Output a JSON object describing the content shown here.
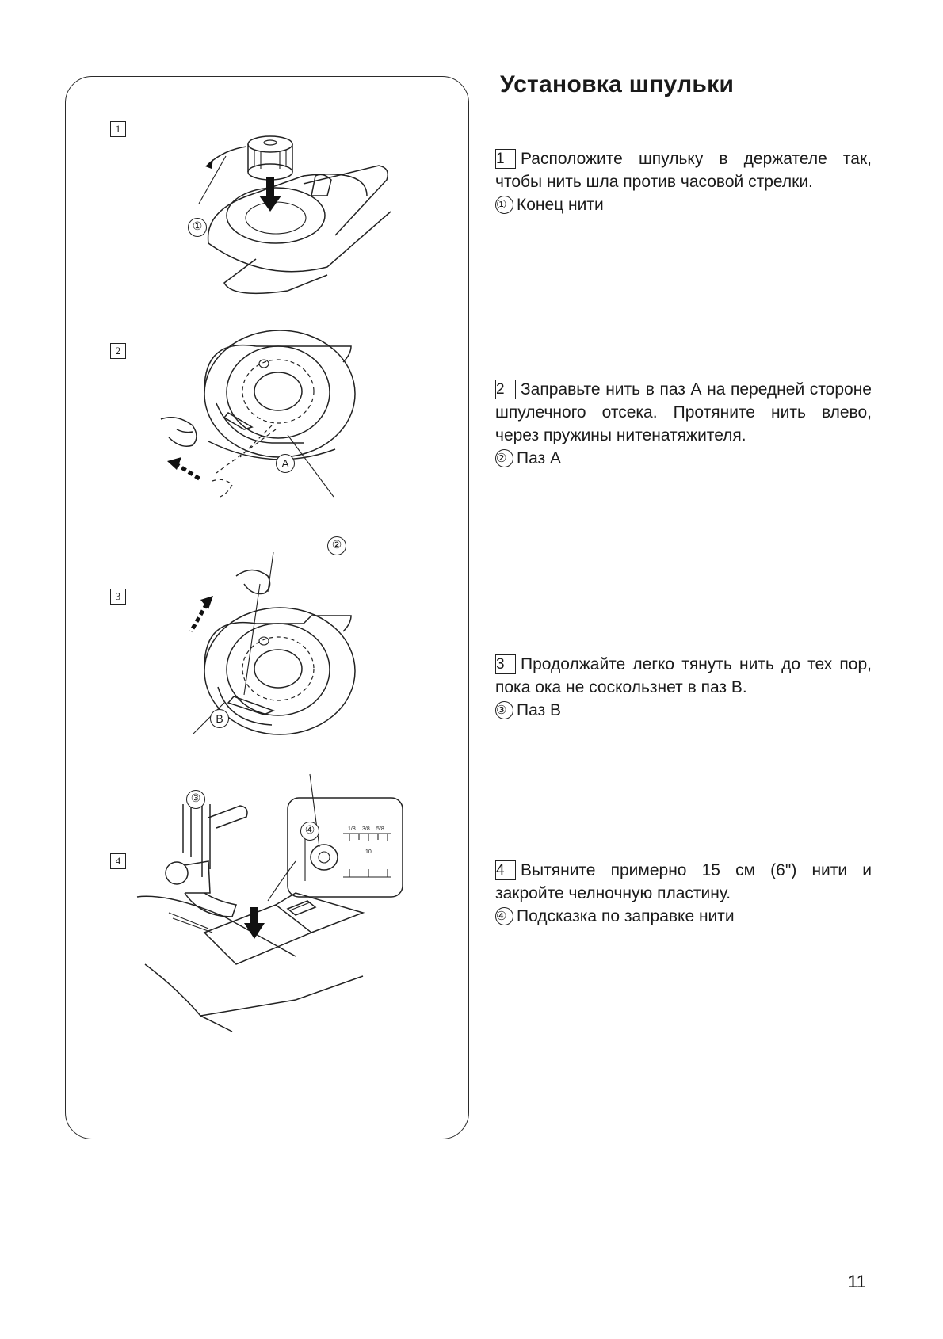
{
  "title": "Установка шпульки",
  "steps": [
    {
      "num": "1",
      "text": "Расположите шпульку в держателе так, чтобы нить шла против часовой стрелки.",
      "callout_num": "①",
      "callout": "Конец нити"
    },
    {
      "num": "2",
      "text": "Заправьте нить в паз А на передней стороне шпулечного отсека. Протяните нить влево, через пружины нитенатяжителя.",
      "callout_num": "②",
      "callout": "Паз А"
    },
    {
      "num": "3",
      "text": "Продолжайте легко тянуть нить до тех пор, пока ока не соскользнет в паз В.",
      "callout_num": "③",
      "callout": "Паз В"
    },
    {
      "num": "4",
      "text": "Вытяните примерно 15 см (6\") нити и закройте челночную пластину.",
      "callout_num": "④",
      "callout": "Подсказка по заправке нити"
    }
  ],
  "figure": {
    "tags": [
      "1",
      "2",
      "3",
      "4"
    ],
    "callouts": [
      "①",
      "②",
      "③",
      "④"
    ],
    "letter_a": "A",
    "letter_b": "B",
    "guide_marks": [
      "1/8",
      "3/8",
      "5/8",
      "10"
    ]
  },
  "page_number": "11"
}
